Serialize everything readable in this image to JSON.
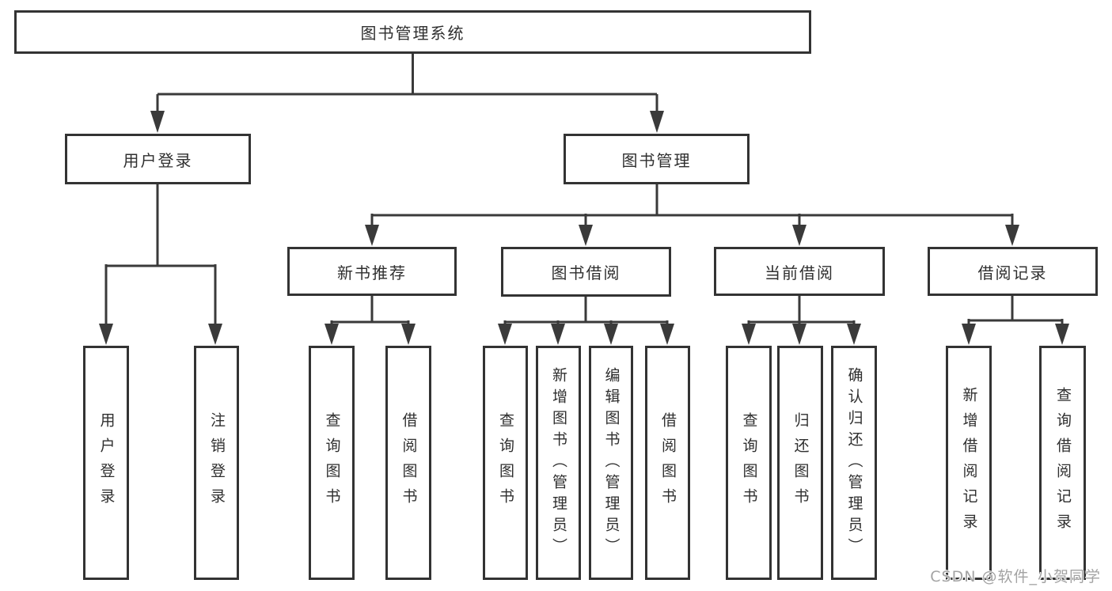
{
  "diagram": {
    "root": {
      "label": "图书管理系统"
    },
    "level2": [
      {
        "label": "用户登录"
      },
      {
        "label": "图书管理"
      }
    ],
    "level3": [
      {
        "label": "新书推荐"
      },
      {
        "label": "图书借阅"
      },
      {
        "label": "当前借阅"
      },
      {
        "label": "借阅记录"
      }
    ],
    "leaves": {
      "user_login": [
        {
          "label": "用户登录"
        },
        {
          "label": "注销登录"
        }
      ],
      "new_book": [
        {
          "label": "查询图书"
        },
        {
          "label": "借阅图书"
        }
      ],
      "book_borrow": [
        {
          "label": "查询图书"
        },
        {
          "label": "新增图书（管理员）"
        },
        {
          "label": "编辑图书（管理员）"
        },
        {
          "label": "借阅图书"
        }
      ],
      "current_borrow": [
        {
          "label": "查询图书"
        },
        {
          "label": "归还图书"
        },
        {
          "label": "确认归还（管理员）"
        }
      ],
      "borrow_records": [
        {
          "label": "新增借阅记录"
        },
        {
          "label": "查询借阅记录"
        }
      ]
    },
    "watermark": "CSDN @软件_小贺同学",
    "colors": {
      "background": "#ffffff",
      "box_border": "#333333",
      "connector_line": "#3a3a3a",
      "text": "#2f2f2f",
      "watermark_text": "#a3a3a3"
    }
  }
}
